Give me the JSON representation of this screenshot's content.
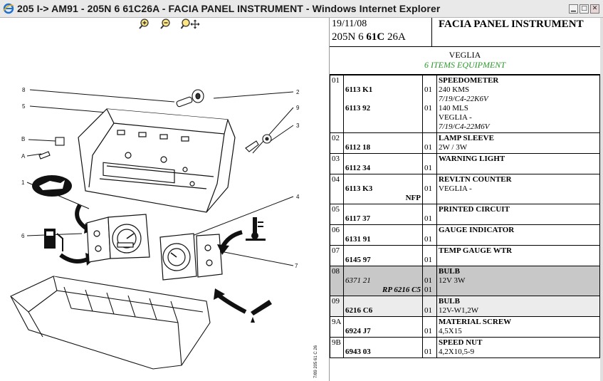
{
  "window": {
    "title": "205 I-> AM91 - 205N 6 61C26A - FACIA PANEL INSTRUMENT - Windows Internet Explorer",
    "min_glyph": "▁",
    "max_glyph": "□",
    "close_glyph": "✕"
  },
  "zoom": {
    "in_icon": "zoom-in-icon",
    "out_icon": "zoom-out-icon",
    "pan_icon": "zoom-pan-icon"
  },
  "diagram": {
    "callouts": [
      "8",
      "5",
      "B",
      "A",
      "1",
      "6",
      "2",
      "9",
      "3",
      "4",
      "7"
    ],
    "side_label": "7/89  205 61 C 26"
  },
  "header": {
    "date": "19/11/08",
    "ref_prefix": "205N 6 ",
    "ref_bold": "61C",
    "ref_suffix": " 26A",
    "title": "FACIA PANEL INSTRUMENT"
  },
  "maker": {
    "line1": "VEGLIA",
    "line2": "6 ITEMS EQUIPMENT"
  },
  "parts": [
    {
      "idx": "01",
      "ref1": "6113 K1",
      "qty1": "01",
      "desc_title": "SPEEDOMETER",
      "desc_line1": "240 KMS",
      "desc_line2": "7/19/C4-22K6V",
      "ref2": "6113 92",
      "qty2": "01",
      "desc_line3": "140 MLS",
      "desc_line4": "VEGLIA -",
      "desc_line5": "7/19/C4-22M6V"
    },
    {
      "idx": "02",
      "ref": "6112 18",
      "qty": "01",
      "desc_title": "LAMP SLEEVE",
      "desc_line": "2W / 3W"
    },
    {
      "idx": "03",
      "ref": "6112 34",
      "qty": "01",
      "desc_title": "WARNING LIGHT",
      "desc_line": ""
    },
    {
      "idx": "04",
      "ref": "6113 K3",
      "qty": "01",
      "desc_title": "REVLTN COUNTER",
      "desc_line": "VEGLIA -",
      "note": "NFP"
    },
    {
      "idx": "05",
      "ref": "6117 37",
      "qty": "01",
      "desc_title": "PRINTED CIRCUIT",
      "desc_line": ""
    },
    {
      "idx": "06",
      "ref": "6131 91",
      "qty": "01",
      "desc_title": "GAUGE INDICATOR",
      "desc_line": ""
    },
    {
      "idx": "07",
      "ref": "6145 97",
      "qty": "01",
      "desc_title": "TEMP GAUGE WTR",
      "desc_line": ""
    },
    {
      "idx": "08",
      "ref": "6371 21",
      "qty": "01",
      "desc_title": "BULB",
      "desc_line": "12V 3W",
      "rp": "RP 6216 C5",
      "qty_rp": "01"
    },
    {
      "idx": "09",
      "ref": "6216 C6",
      "qty": "01",
      "desc_title": "BULB",
      "desc_line": "12V-W1,2W"
    },
    {
      "idx": "9A",
      "ref": "6924 J7",
      "qty": "01",
      "desc_title": "MATERIAL SCREW",
      "desc_line": "4,5X15"
    },
    {
      "idx": "9B",
      "ref": "6943 03",
      "qty": "01",
      "desc_title": "SPEED NUT",
      "desc_line": "4,2X10,5-9"
    }
  ]
}
